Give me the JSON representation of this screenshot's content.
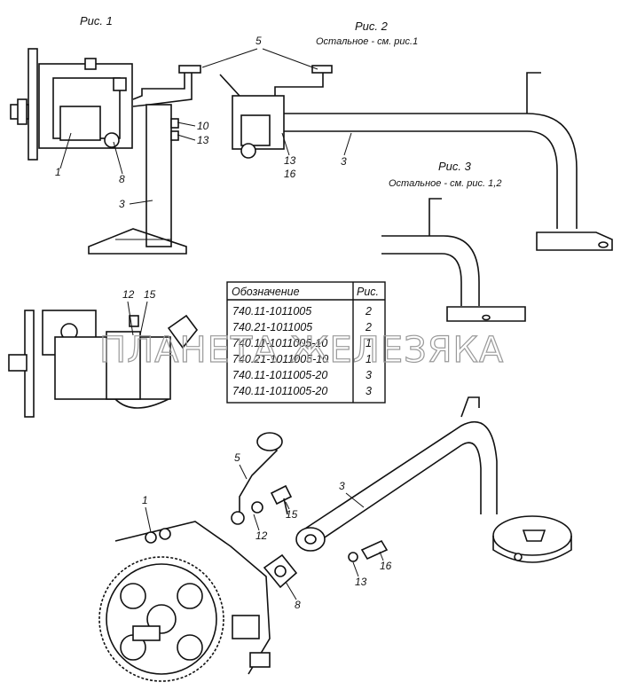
{
  "figures": {
    "fig1": {
      "title": "Рис. 1"
    },
    "fig2": {
      "title": "Рис. 2",
      "note": "Остальное - см. рис.1"
    },
    "fig3": {
      "title": "Рис. 3",
      "note": "Остальное - см. рис. 1,2"
    }
  },
  "callouts": {
    "fig1": [
      "1",
      "8",
      "3",
      "10",
      "13"
    ],
    "fig2": [
      "5",
      "13",
      "16",
      "3"
    ],
    "side_view": [
      "12",
      "15"
    ],
    "exploded": [
      "1",
      "5",
      "12",
      "15",
      "3",
      "8",
      "13",
      "16"
    ]
  },
  "table": {
    "headers": [
      "Обозначение",
      "Рис."
    ],
    "rows": [
      [
        "740.11-1011005",
        "2"
      ],
      [
        "740.21-1011005",
        "2"
      ],
      [
        "740.11-1011005-10",
        "1"
      ],
      [
        "740.21-1011005-10",
        "1"
      ],
      [
        "740.11-1011005-20",
        "3"
      ],
      [
        "740.11-1011005-20",
        "3"
      ]
    ]
  },
  "watermark": "ПЛАНЕТА ЖЕЛЕЗЯКА"
}
